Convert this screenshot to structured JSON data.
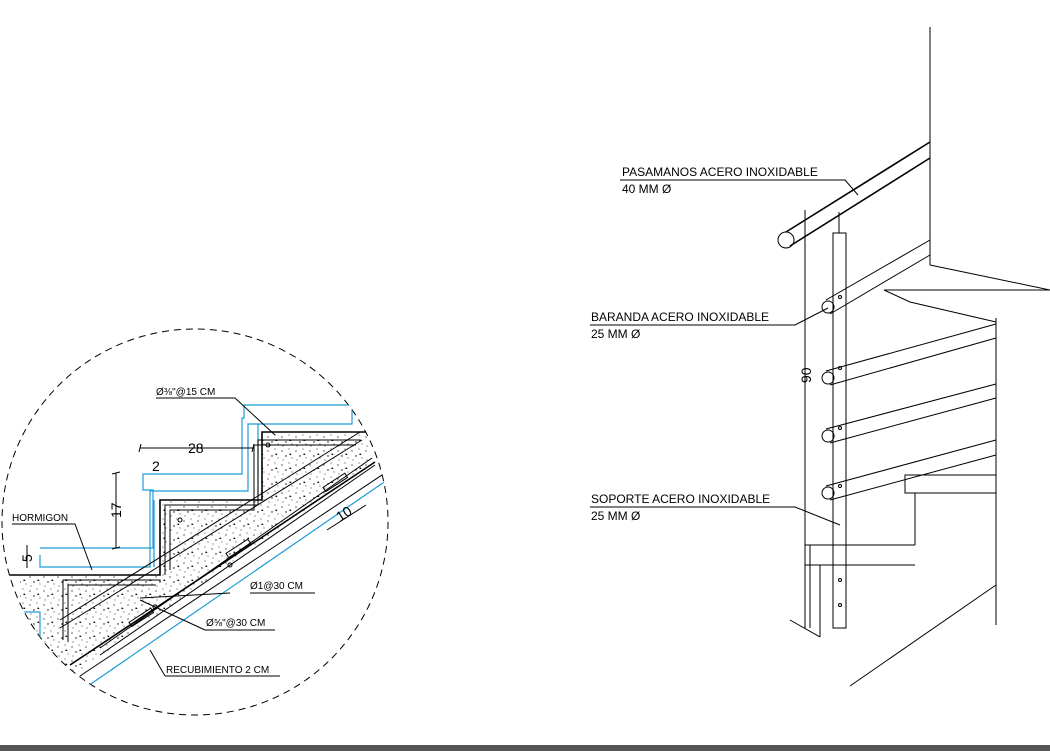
{
  "detail": {
    "rebar_top": "Ø⅜\"@15 CM",
    "tread": "28",
    "nosing": "2",
    "riser": "17",
    "concrete": "HORMIGON",
    "landing": "5",
    "slab": "10",
    "rebar_transverse": "Ø1@30 CM",
    "rebar_bottom": "Ø⅝\"@30 CM",
    "cover": "RECUBIMIENTO 2 CM"
  },
  "railing": {
    "handrail_title": "PASAMANOS ACERO INOXIDABLE",
    "handrail_size": "40 MM Ø",
    "baluster_title": "BARANDA ACERO INOXIDABLE",
    "baluster_size": "25 MM Ø",
    "support_title": "SOPORTE ACERO INOXIDABLE",
    "support_size": "25 MM Ø",
    "height": "90"
  },
  "colors": {
    "finish_line": "#1e9bd7",
    "ink": "#000000",
    "background": "#ffffff"
  }
}
